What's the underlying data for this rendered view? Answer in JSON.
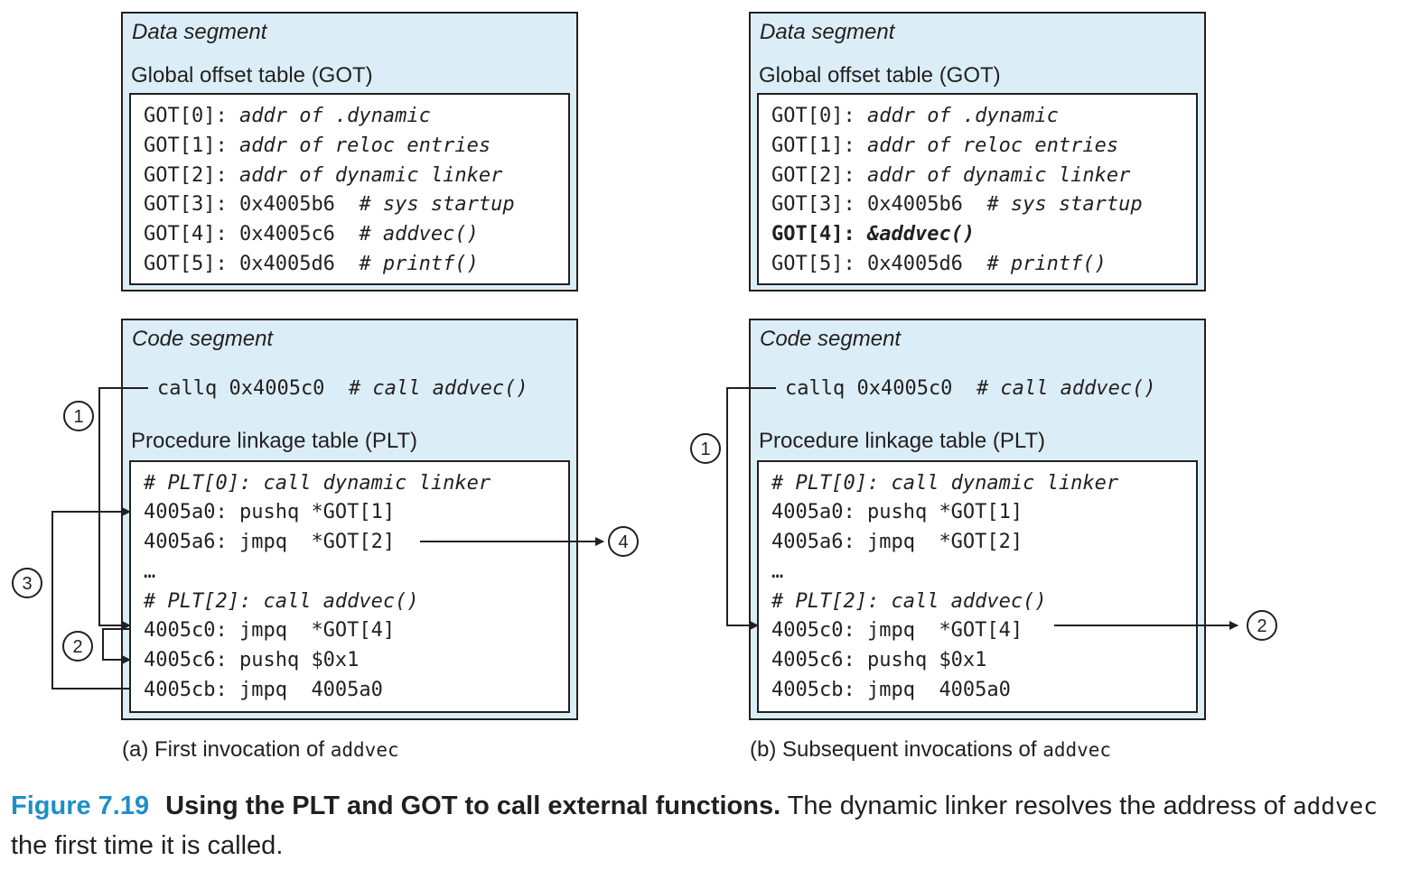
{
  "panel_a": {
    "data_title": "Data segment",
    "got_label": "Global offset table (GOT)",
    "got_rows": [
      {
        "name": "GOT[0]:",
        "value": "",
        "comment": "addr of .dynamic"
      },
      {
        "name": "GOT[1]:",
        "value": "",
        "comment": "addr of reloc entries"
      },
      {
        "name": "GOT[2]:",
        "value": "",
        "comment": "addr of dynamic linker"
      },
      {
        "name": "GOT[3]:",
        "value": "0x4005b6",
        "comment": "# sys startup"
      },
      {
        "name": "GOT[4]:",
        "value": "0x4005c6",
        "comment": "# addvec()"
      },
      {
        "name": "GOT[5]:",
        "value": "0x4005d6",
        "comment": "# printf()"
      }
    ],
    "code_title": "Code segment",
    "callq": {
      "instr": "callq 0x4005c0",
      "comment": "# call addvec()"
    },
    "plt_label": "Procedure linkage table (PLT)",
    "plt_rows": [
      {
        "addr": "",
        "instr": "",
        "comment": "# PLT[0]: call dynamic linker"
      },
      {
        "addr": "4005a0:",
        "instr": "pushq *GOT[1]",
        "comment": ""
      },
      {
        "addr": "4005a6:",
        "instr": "jmpq  *GOT[2]",
        "comment": ""
      },
      {
        "addr": "",
        "instr": "…",
        "comment": ""
      },
      {
        "addr": "",
        "instr": "",
        "comment": "# PLT[2]: call addvec()"
      },
      {
        "addr": "4005c0:",
        "instr": "jmpq  *GOT[4]",
        "comment": ""
      },
      {
        "addr": "4005c6:",
        "instr": "pushq $0x1",
        "comment": ""
      },
      {
        "addr": "4005cb:",
        "instr": "jmpq  4005a0",
        "comment": ""
      }
    ],
    "step_labels": [
      "1",
      "2",
      "3",
      "4"
    ],
    "caption_text": "(a) First invocation of ",
    "caption_code": "addvec"
  },
  "panel_b": {
    "data_title": "Data segment",
    "got_label": "Global offset table (GOT)",
    "got_rows": [
      {
        "name": "GOT[0]:",
        "value": "",
        "comment": "addr of .dynamic"
      },
      {
        "name": "GOT[1]:",
        "value": "",
        "comment": "addr of reloc entries"
      },
      {
        "name": "GOT[2]:",
        "value": "",
        "comment": "addr of dynamic linker"
      },
      {
        "name": "GOT[3]:",
        "value": "0x4005b6",
        "comment": "# sys startup"
      },
      {
        "name": "GOT[4]:",
        "value": "",
        "comment": "&addvec()"
      },
      {
        "name": "GOT[5]:",
        "value": "0x4005d6",
        "comment": "# printf()"
      }
    ],
    "code_title": "Code segment",
    "callq": {
      "instr": "callq 0x4005c0",
      "comment": "# call addvec()"
    },
    "plt_label": "Procedure linkage table (PLT)",
    "plt_rows": [
      {
        "addr": "",
        "instr": "",
        "comment": "# PLT[0]: call dynamic linker"
      },
      {
        "addr": "4005a0:",
        "instr": "pushq *GOT[1]",
        "comment": ""
      },
      {
        "addr": "4005a6:",
        "instr": "jmpq  *GOT[2]",
        "comment": ""
      },
      {
        "addr": "",
        "instr": "…",
        "comment": ""
      },
      {
        "addr": "",
        "instr": "",
        "comment": "# PLT[2]: call addvec()"
      },
      {
        "addr": "4005c0:",
        "instr": "jmpq  *GOT[4]",
        "comment": ""
      },
      {
        "addr": "4005c6:",
        "instr": "pushq $0x1",
        "comment": ""
      },
      {
        "addr": "4005cb:",
        "instr": "jmpq  4005a0",
        "comment": ""
      }
    ],
    "step_labels": [
      "1",
      "2"
    ],
    "caption_text": "(b) Subsequent invocations of ",
    "caption_code": "addvec"
  },
  "figure": {
    "number": "Figure 7.19",
    "title": "Using the PLT and GOT to call external functions.",
    "text_before": " The dynamic linker resolves the address of ",
    "code": "addvec",
    "text_after": " the first time it is called."
  }
}
